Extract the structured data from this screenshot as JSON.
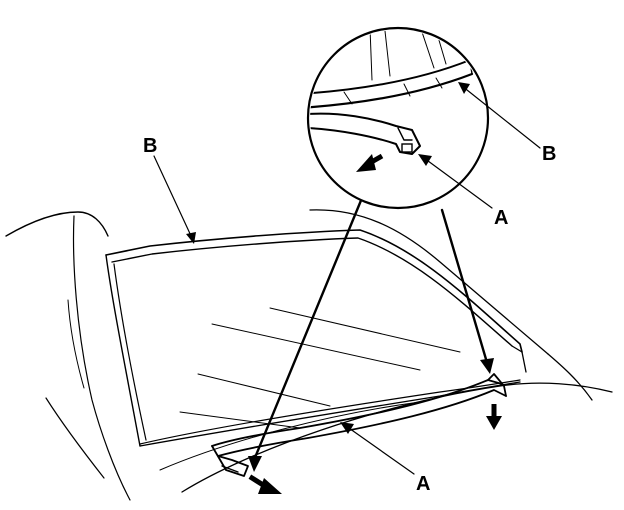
{
  "labels": {
    "top_left_b": "B",
    "inset_b": "B",
    "inset_a": "A",
    "bottom_a": "A"
  },
  "colors": {
    "ink": "#000000",
    "paper": "#ffffff"
  }
}
